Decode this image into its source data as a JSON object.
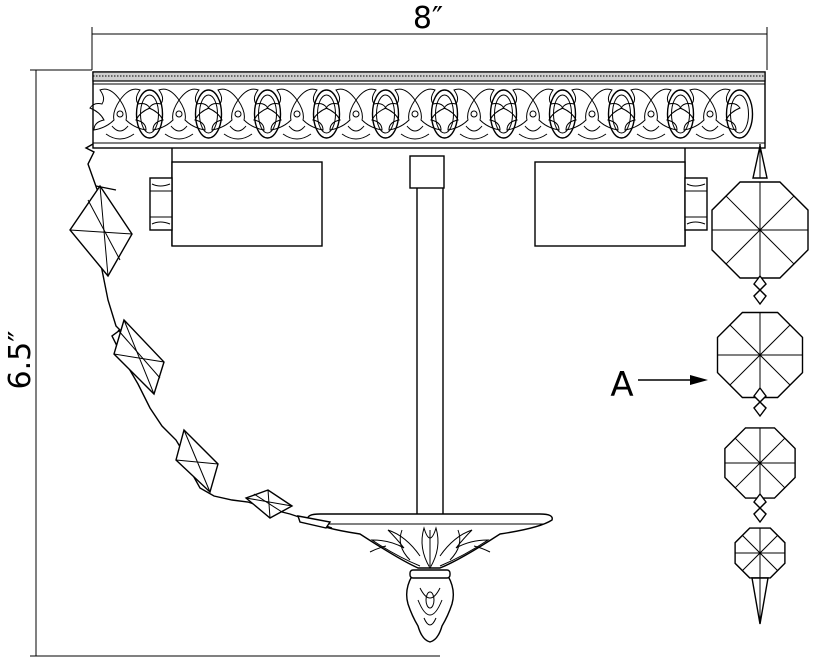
{
  "dimensions": {
    "width_label": "8″",
    "height_label": "6.5″"
  },
  "callout": {
    "label": "A"
  },
  "fixture": {
    "crystal_strand_left_count": 5,
    "crystal_pendant_octagon_count": 4
  }
}
